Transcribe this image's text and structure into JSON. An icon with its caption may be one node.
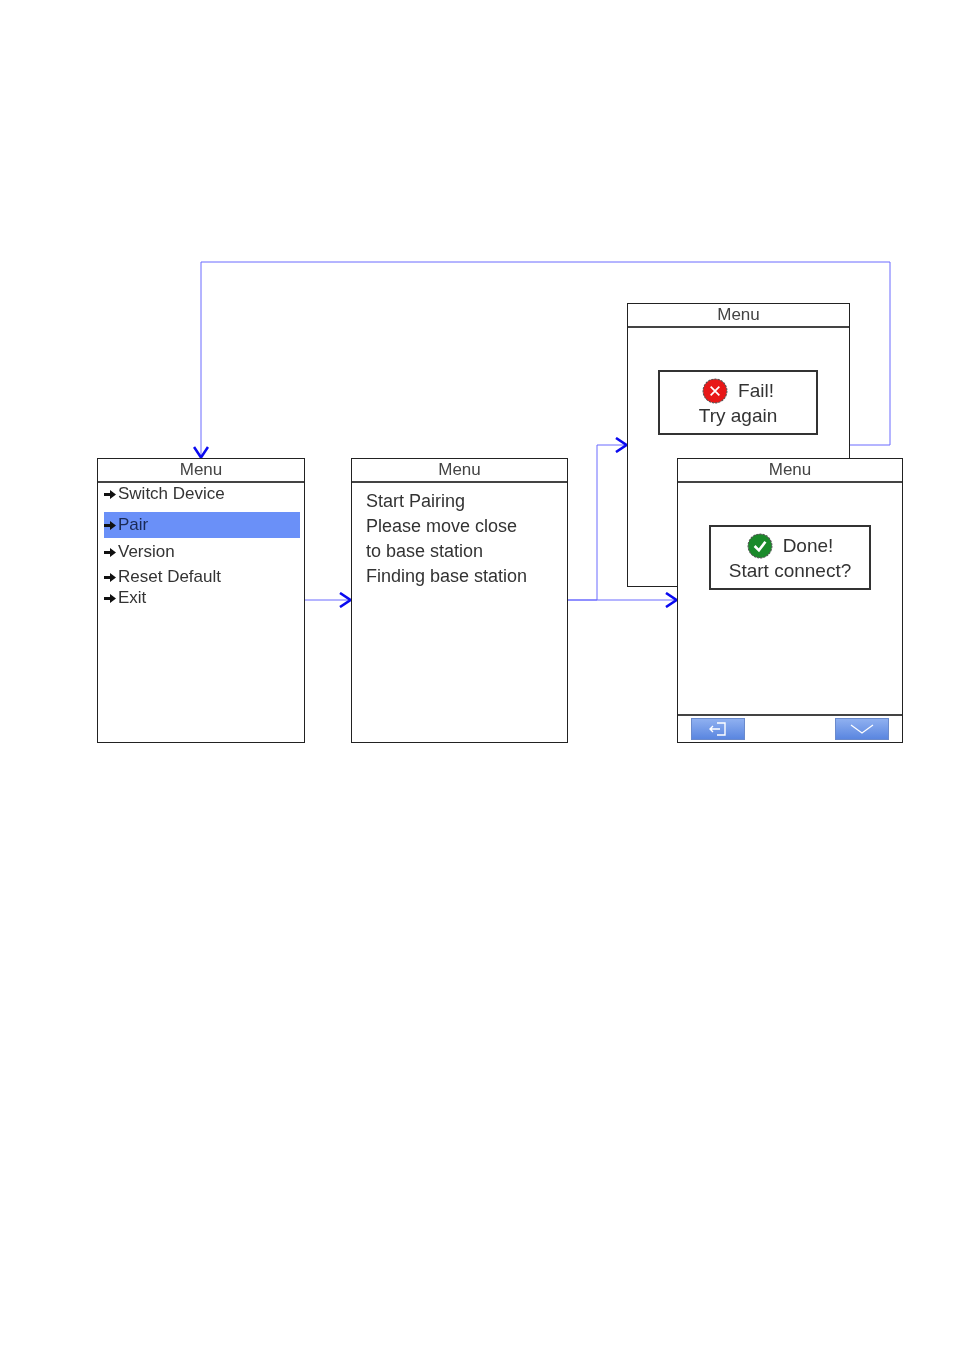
{
  "diagram": {
    "nodes": [
      {
        "text": [
          "Menu",
          "Switch Device",
          "Pair",
          "Version",
          "Reset Default",
          "Exit"
        ]
      },
      {
        "text": [
          "Menu",
          "Start Pairing",
          "Please move close to base station",
          "Finding base station"
        ]
      },
      {
        "text": [
          "Menu"
        ]
      },
      {
        "text": [
          "Fail!",
          "Try again"
        ],
        "in": 2
      },
      {
        "text": [
          "Menu"
        ]
      },
      {
        "text": [
          "Done!",
          "Start connect?"
        ],
        "in": 4
      }
    ],
    "edges": [
      {
        "from": 0,
        "to": 1,
        "arrow": "to"
      },
      {
        "from": 1,
        "to": 4,
        "arrow": "to"
      },
      {
        "from": 1,
        "to": 2,
        "arrow": "to"
      },
      {
        "from": 2,
        "to": 0,
        "arrow": "to"
      }
    ]
  }
}
